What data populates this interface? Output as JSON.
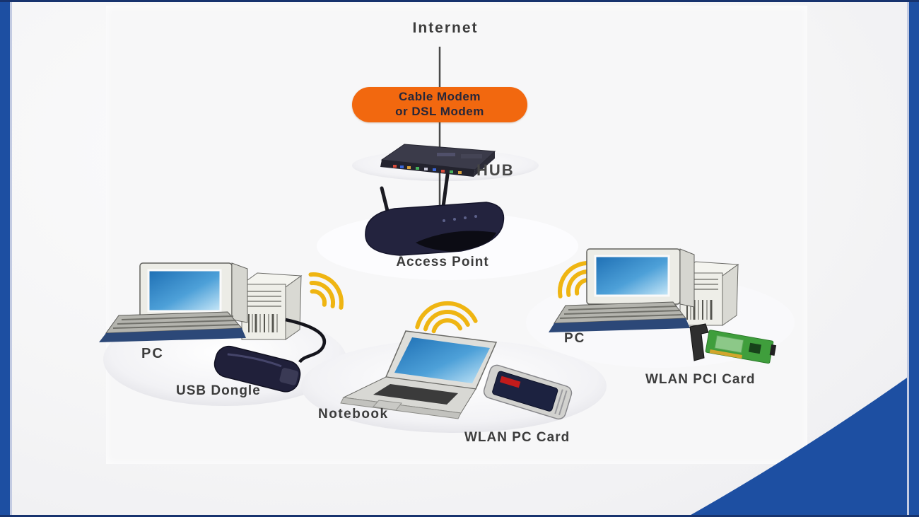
{
  "slide": {
    "background": "#f5f5f6",
    "accent_blue": "#1d4fa2",
    "edge_line_color": "#17336e"
  },
  "diagram": {
    "labels": {
      "internet": "Internet",
      "modem_line1": "Cable Modem",
      "modem_line2": "or DSL Modem",
      "hub": "HUB",
      "access_point": "Access Point",
      "pc_left": "PC",
      "usb_dongle": "USB Dongle",
      "notebook": "Notebook",
      "wlan_pc_card": "WLAN PC Card",
      "pc_right": "PC",
      "wlan_pci_card": "WLAN PCI Card"
    },
    "colors": {
      "modem_pill_orange": "#f2680f",
      "label_text": "#3c3c3c",
      "pill_text": "#262639",
      "wifi_signal_yellow": "#efb512",
      "device_navy": "#23233e",
      "screen_blue": "#2e86c8",
      "pci_card_green": "#3f9e3c",
      "keyboard_mat_blue": "#2c4878"
    },
    "connections": [
      {
        "from": "Internet",
        "to": "Cable Modem or DSL Modem",
        "type": "wired-line"
      },
      {
        "from": "Cable Modem or DSL Modem",
        "to": "HUB",
        "type": "wired-line"
      },
      {
        "from": "HUB",
        "to": "Access Point",
        "type": "wired-line"
      },
      {
        "from": "Access Point",
        "to": "PC with USB Dongle",
        "type": "wireless"
      },
      {
        "from": "Access Point",
        "to": "Notebook with WLAN PC Card",
        "type": "wireless"
      },
      {
        "from": "Access Point",
        "to": "PC with WLAN PCI Card",
        "type": "wireless"
      }
    ]
  }
}
